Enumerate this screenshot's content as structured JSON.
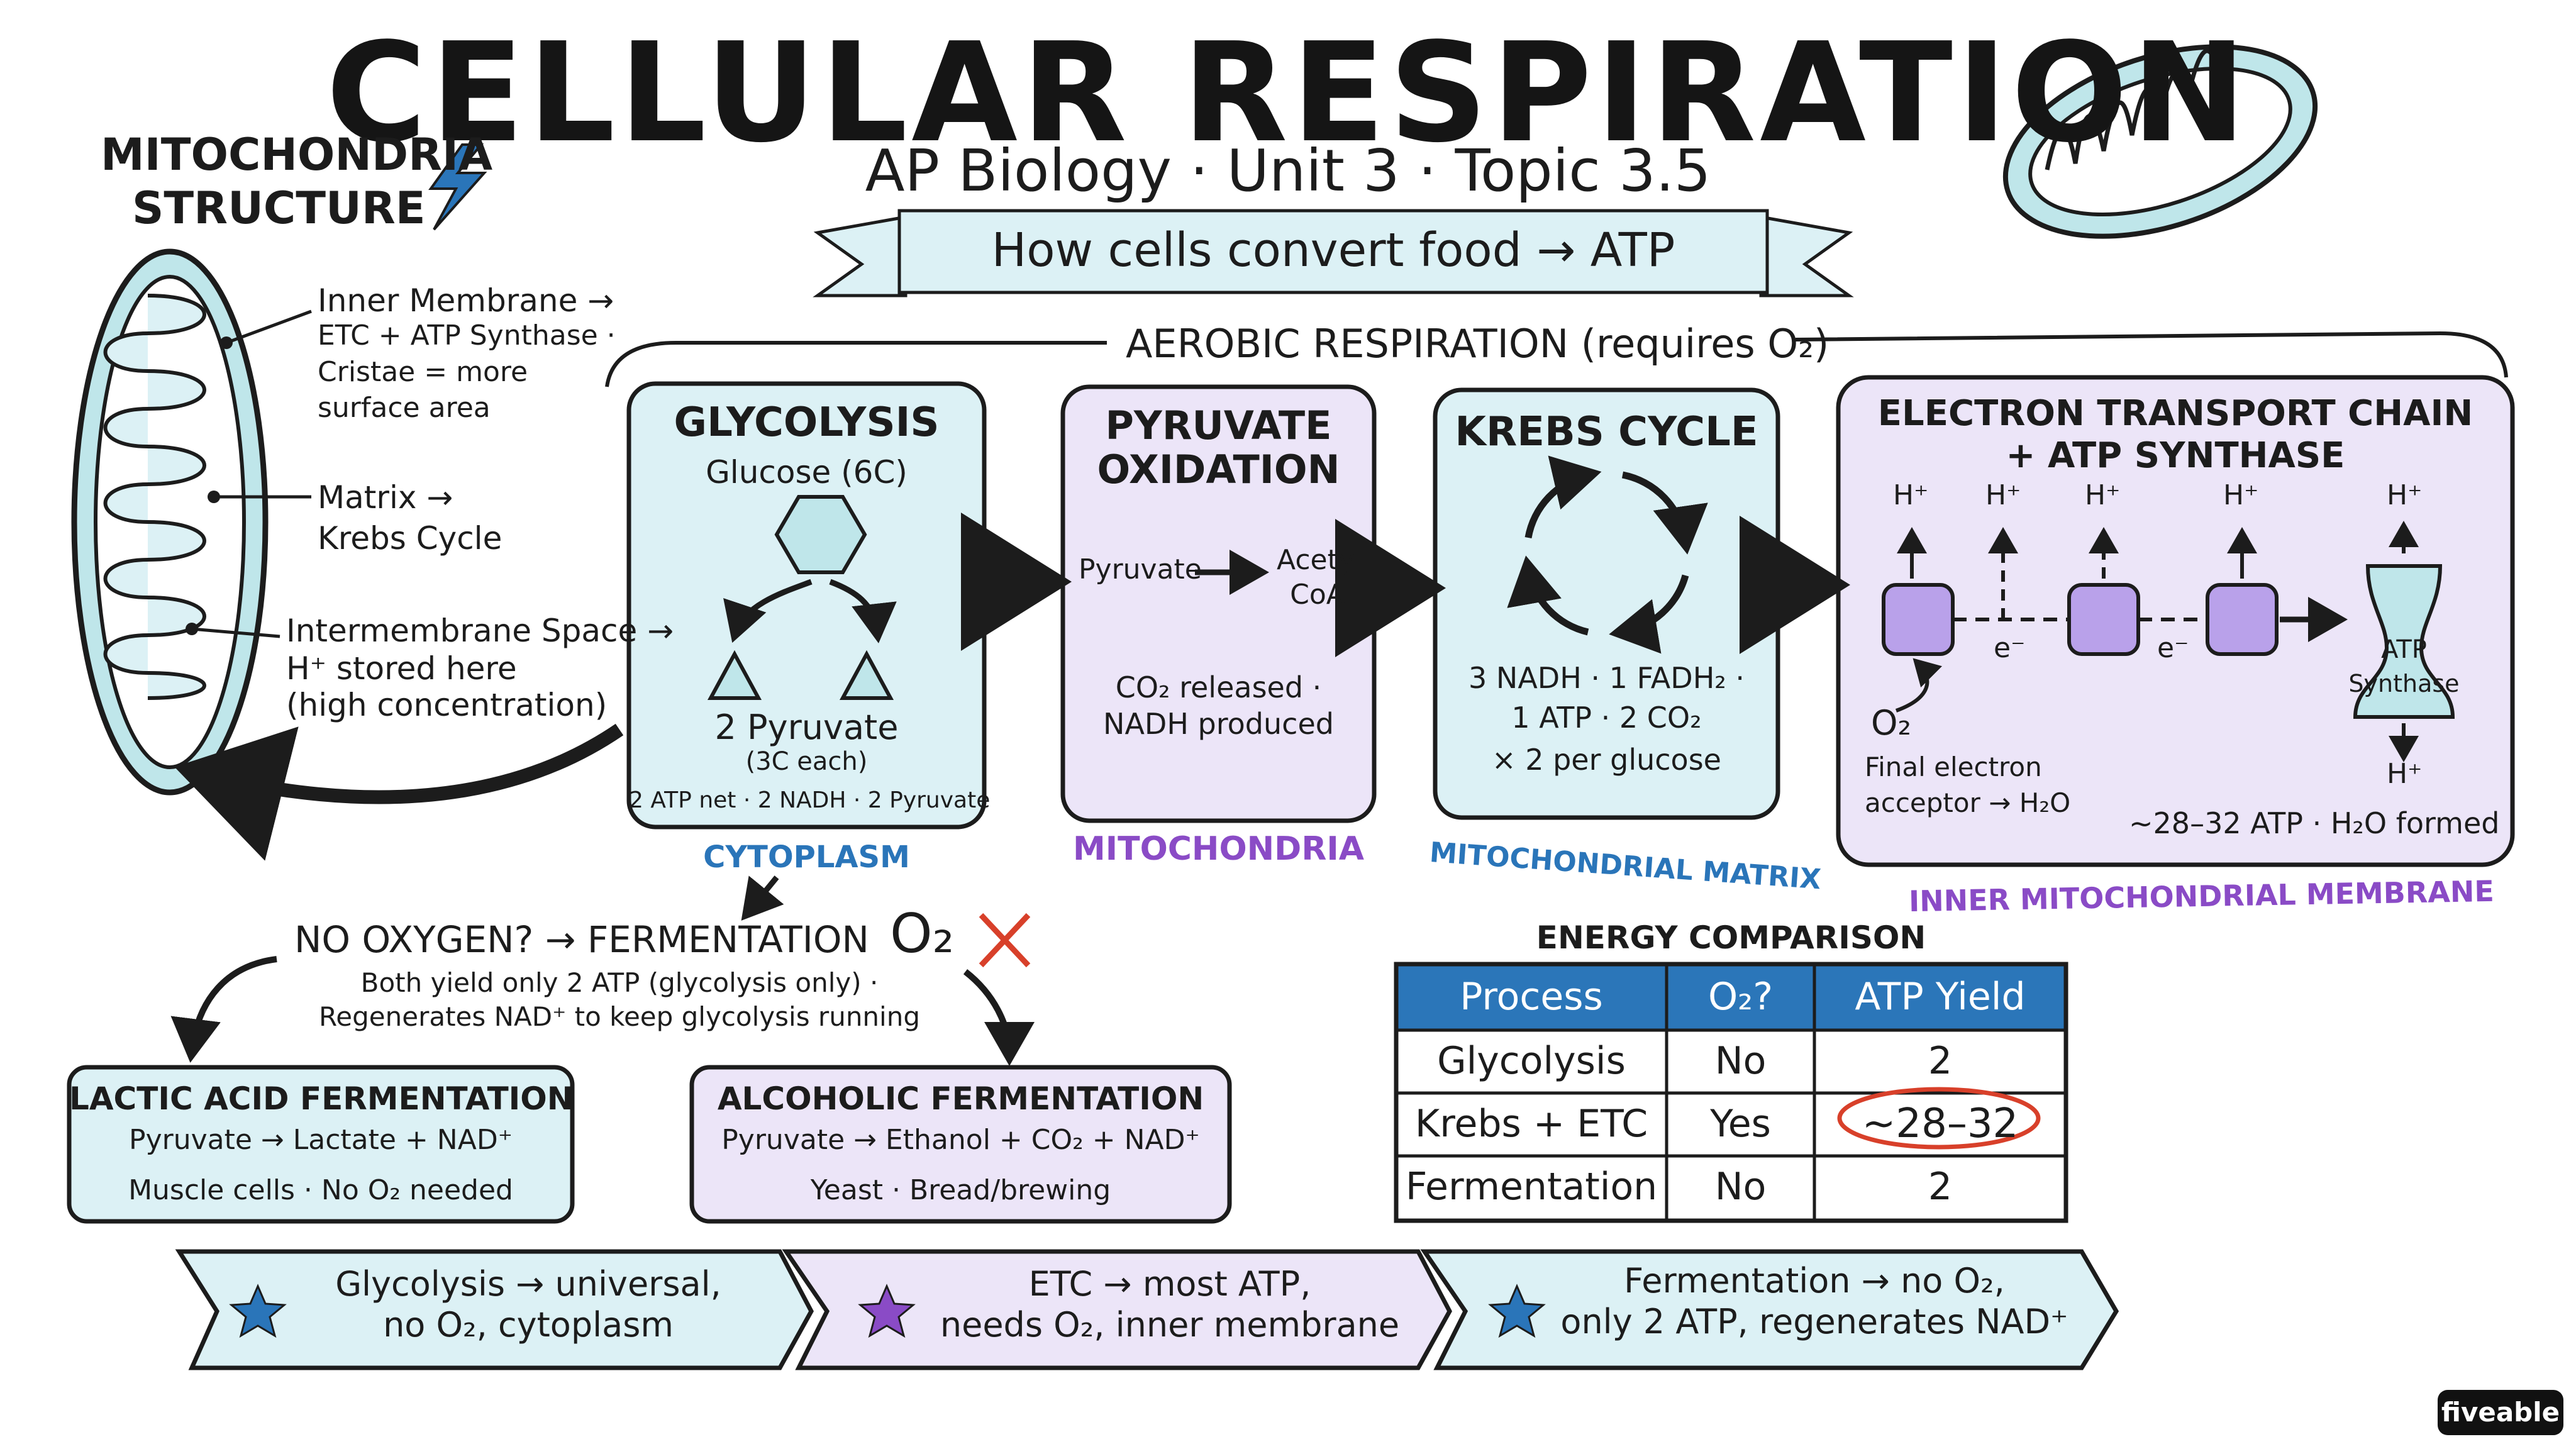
{
  "header": {
    "title": "CELLULAR RESPIRATION",
    "subtitle": "AP Biology · Unit 3 · Topic 3.5",
    "banner": "How cells convert food → ATP"
  },
  "mito_structure": {
    "title_line1": "MITOCHONDRIA",
    "title_line2": "STRUCTURE",
    "inner_l1": "Inner Membrane →",
    "inner_l2": "ETC + ATP Synthase ·",
    "inner_l3": "Cristae = more",
    "inner_l4": "surface area",
    "matrix_l1": "Matrix →",
    "matrix_l2": "Krebs Cycle",
    "ims_l1": "Intermembrane Space →",
    "ims_l2": "H⁺ stored here",
    "ims_l3": "(high concentration)"
  },
  "aerobic": {
    "label": "AEROBIC RESPIRATION (requires O₂)"
  },
  "glycolysis": {
    "title": "GLYCOLYSIS",
    "glucose": "Glucose (6C)",
    "pyruvate": "2 Pyruvate",
    "each": "(3C each)",
    "net": "2 ATP net · 2 NADH · 2 Pyruvate",
    "location": "CYTOPLASM"
  },
  "pyruvate_ox": {
    "title_l1": "PYRUVATE",
    "title_l2": "OXIDATION",
    "from": "Pyruvate",
    "to_l1": "Acetyl",
    "to_l2": "CoA",
    "note_l1": "CO₂ released ·",
    "note_l2": "NADH produced",
    "location": "MITOCHONDRIA"
  },
  "krebs": {
    "title": "KREBS CYCLE",
    "l1": "3 NADH · 1 FADH₂ ·",
    "l2": "1 ATP · 2 CO₂",
    "l3": "× 2 per glucose",
    "location": "MITOCHONDRIAL MATRIX"
  },
  "etc": {
    "title_l1": "ELECTRON TRANSPORT CHAIN",
    "title_l2": "+ ATP SYNTHASE",
    "proton": "H⁺",
    "electron": "e⁻",
    "synthase_l1": "ATP",
    "synthase_l2": "Synthase",
    "o2": "O₂",
    "acceptor_l1": "Final electron",
    "acceptor_l2": "acceptor → H₂O",
    "yield": "~28–32 ATP · H₂O formed",
    "location": "INNER MITOCHONDRIAL MEMBRANE"
  },
  "fermentation": {
    "heading": "NO OXYGEN? → FERMENTATION",
    "o2": "O₂",
    "note_l1": "Both yield only 2 ATP (glycolysis only) ·",
    "note_l2": "Regenerates NAD⁺ to keep glycolysis running",
    "lactic_title": "LACTIC ACID FERMENTATION",
    "lactic_eq": "Pyruvate → Lactate + NAD⁺",
    "lactic_note": "Muscle cells · No O₂ needed",
    "alcoholic_title": "ALCOHOLIC FERMENTATION",
    "alcoholic_eq": "Pyruvate → Ethanol + CO₂ + NAD⁺",
    "alcoholic_note": "Yeast · Bread/brewing"
  },
  "energy_table": {
    "title": "ENERGY COMPARISON",
    "headers": [
      "Process",
      "O₂?",
      "ATP Yield"
    ],
    "rows": [
      [
        "Glycolysis",
        "No",
        "2"
      ],
      [
        "Krebs + ETC",
        "Yes",
        "~28–32"
      ],
      [
        "Fermentation",
        "No",
        "2"
      ]
    ]
  },
  "summary": [
    {
      "l1": "Glycolysis → universal,",
      "l2": "no O₂, cytoplasm"
    },
    {
      "l1": "ETC → most ATP,",
      "l2": "needs O₂, inner membrane"
    },
    {
      "l1": "Fermentation → no O₂,",
      "l2": "only 2 ATP, regenerates NAD⁺"
    }
  ],
  "brand": "fiveable",
  "colors": {
    "light_blue": "#dcf1f5",
    "light_purple": "#ece5f8",
    "table_header": "#2b76b9",
    "blue_text": "#2a75b9",
    "purple_text": "#8a4bc6",
    "accent_red": "#d8402a",
    "complex_purple": "#b9a1ea"
  }
}
